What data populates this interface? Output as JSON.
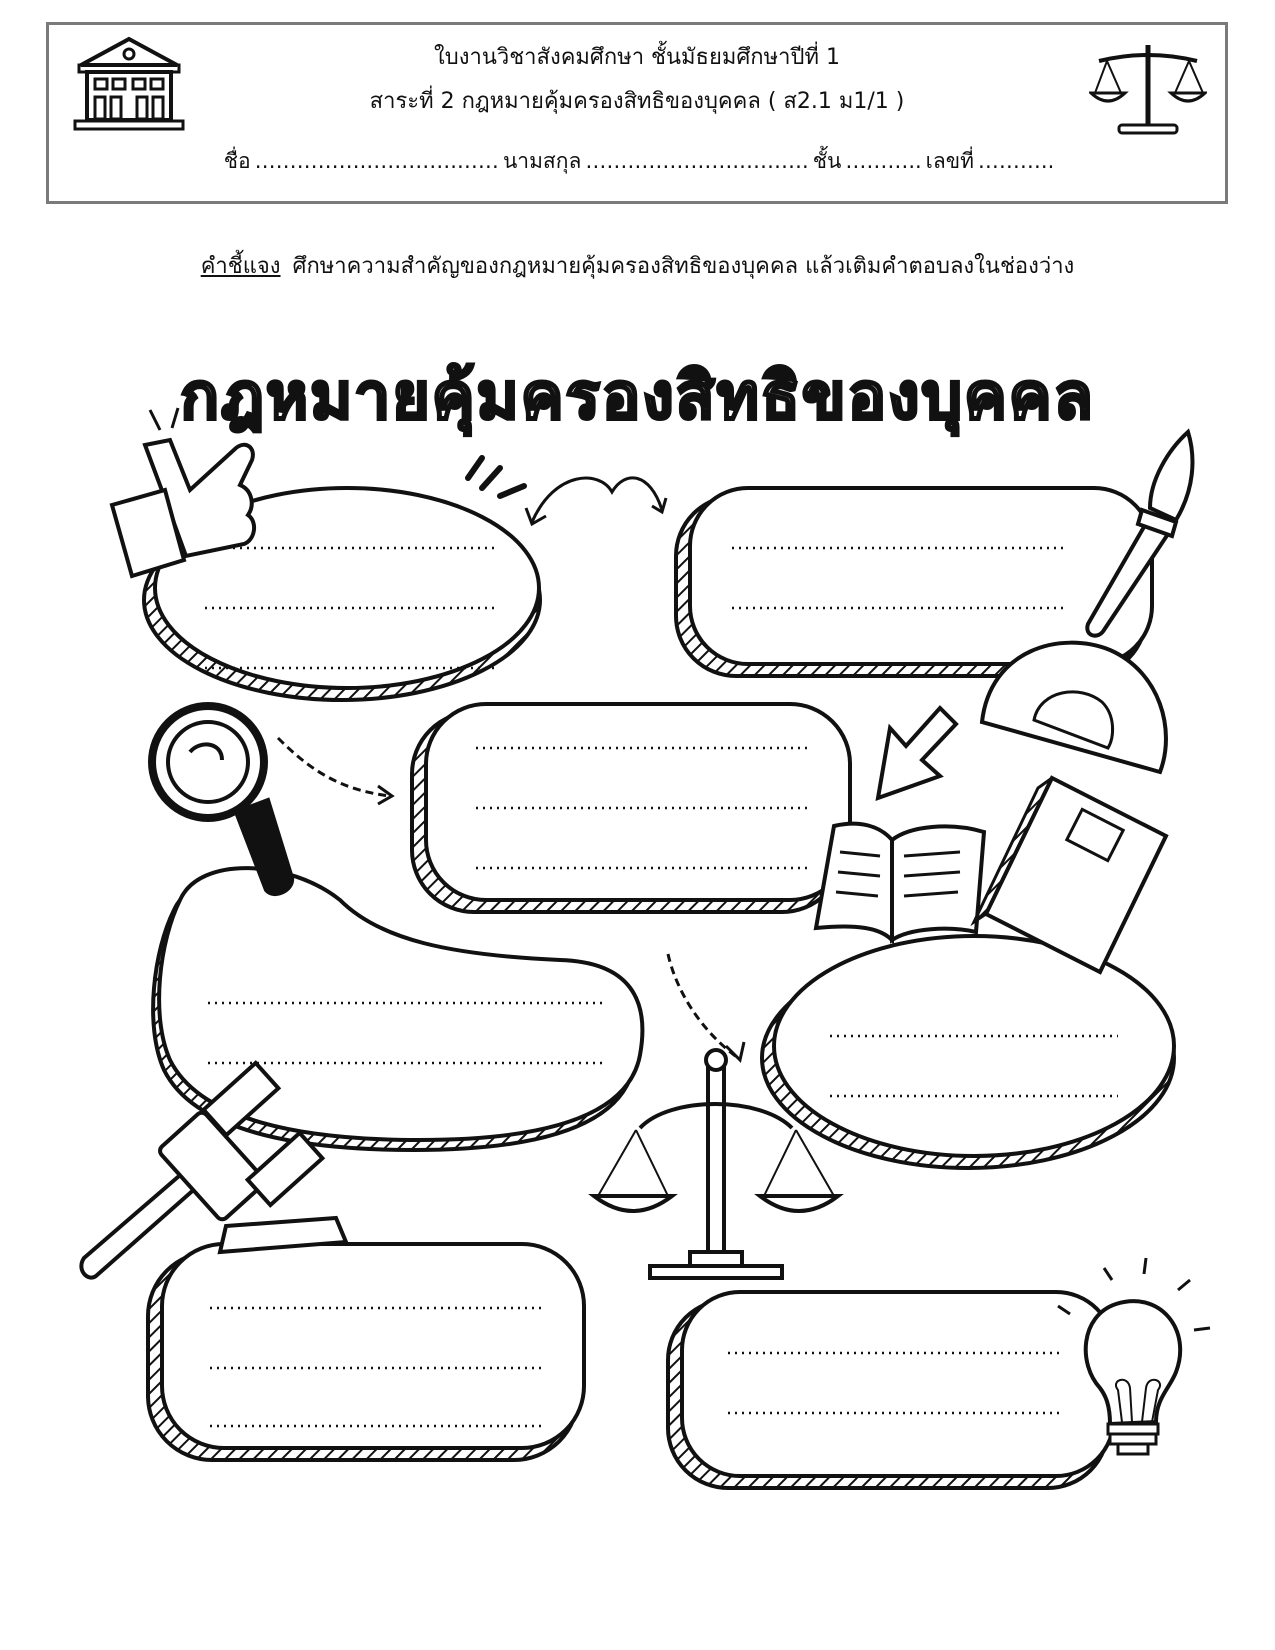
{
  "header": {
    "title": "ใบงานวิชาสังคมศึกษา  ชั้นมัธยมศึกษาปีที่ 1",
    "subtitle": "สาระที่ 2 กฎหมายคุ้มครองสิทธิของบุคคล ( ส2.1 ม1/1 )",
    "fields": {
      "name_label": "ชื่อ",
      "surname_label": "นามสกุล",
      "class_label": "ชั้น",
      "number_label": "เลขที่",
      "name_blank": "…………….………….……",
      "surname_blank": "………………….……….",
      "class_blank": "………..",
      "number_blank": "……….."
    }
  },
  "instruction": {
    "label": "คำชี้แจง",
    "text": "ศึกษาความสำคัญของกฎหมายคุ้มครองสิทธิของบุคคล แล้วเติมคำตอบลงในช่องว่าง"
  },
  "main_title": "กฎหมายคุ้มครองสิทธิของบุคคล",
  "icons": {
    "header_left": "courthouse-icon",
    "header_right": "scales-icon",
    "decor": [
      "thumbs-up-icon",
      "paintbrush-icon",
      "protractor-icon",
      "arrow-icon",
      "magnifier-icon",
      "open-book-icon",
      "closed-book-icon",
      "gavel-icon",
      "justice-scale-icon",
      "light-bulb-icon"
    ]
  },
  "answer_boxes": 7
}
